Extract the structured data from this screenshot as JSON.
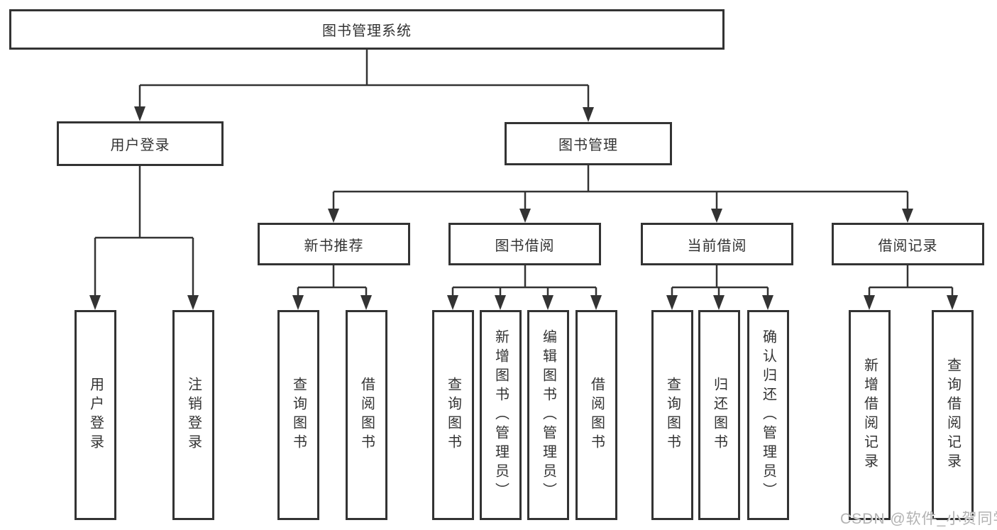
{
  "nodes": {
    "root": "图书管理系统",
    "user_login": "用户登录",
    "book_mgmt": "图书管理",
    "new_book_rec": "新书推荐",
    "book_borrow": "图书借阅",
    "current_borrow": "当前借阅",
    "borrow_records": "借阅记录",
    "leaf_user_login": "用户登录",
    "leaf_logout": "注销登录",
    "leaf_query_book_rec": "查询图书",
    "leaf_borrow_book_rec": "借阅图书",
    "leaf_query_book_borrow": "查询图书",
    "leaf_add_book_admin": "新增图书（管理员）",
    "leaf_edit_book_admin": "编辑图书（管理员）",
    "leaf_borrow_book_borrow": "借阅图书",
    "leaf_query_book_current": "查询图书",
    "leaf_return_book": "归还图书",
    "leaf_confirm_return_admin": "确认归还（管理员）",
    "leaf_add_borrow_record": "新增借阅记录",
    "leaf_query_borrow_record": "查询借阅记录"
  },
  "watermark": "CSDN @软件_小贺同学",
  "colors": {
    "line": "#333333",
    "box_border": "#333333",
    "text": "#333333",
    "watermark": "#b2b2b2",
    "background": "#ffffff"
  }
}
